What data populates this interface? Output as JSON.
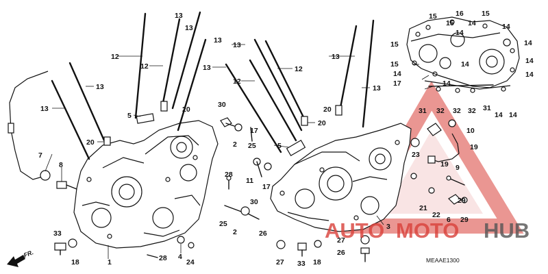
{
  "labels": {
    "l_13_a": "13",
    "l_13_b": "13",
    "l_13_c": "13",
    "l_13_d": "13",
    "l_13_e": "13",
    "l_13_f": "13",
    "l_13_g": "13",
    "l_13_h": "13",
    "l_13_i": "13",
    "l_12_a": "12",
    "l_12_b": "12",
    "l_12_c": "12",
    "l_12_d": "12",
    "l_20_a": "20",
    "l_20_b": "20",
    "l_20_c": "20",
    "l_20_d": "20",
    "l_5_a": "5",
    "l_5_b": "5",
    "l_7": "7",
    "l_8": "8",
    "l_30_a": "30",
    "l_30_b": "30",
    "l_2_a": "2",
    "l_2_b": "2",
    "l_25_a": "25",
    "l_25_b": "25",
    "l_11": "11",
    "l_17_a": "17",
    "l_28_a": "28",
    "l_28_b": "28",
    "l_1": "1",
    "l_4": "4",
    "l_24": "24",
    "l_33_a": "33",
    "l_33_b": "33",
    "l_18_a": "18",
    "l_18_b": "18",
    "l_26_a": "26",
    "l_26_b": "26",
    "l_27_a": "27",
    "l_27_b": "27",
    "l_15_a": "15",
    "l_15_b": "15",
    "l_15_c": "15",
    "l_15_d": "15",
    "l_15_e": "15",
    "l_16": "16",
    "l_14_a": "14",
    "l_14_b": "14",
    "l_14_c": "14",
    "l_14_d": "14",
    "l_14_e": "14",
    "l_14_f": "14",
    "l_14_g": "14",
    "l_14_h": "14",
    "l_14_i": "14",
    "l_14_j": "14",
    "l_14_k": "14",
    "l_17_b": "17",
    "l_31_a": "31",
    "l_31_b": "31",
    "l_32_a": "32",
    "l_32_b": "32",
    "l_32_c": "32",
    "l_10": "10",
    "l_19_a": "19",
    "l_19_b": "19",
    "l_9": "9",
    "l_23": "23",
    "l_21": "21",
    "l_22": "22",
    "l_6": "6",
    "l_29_a": "29",
    "l_29_b": "29",
    "l_3": "3"
  },
  "direction_label": "FR.",
  "diagram_code": "MEAAE1300",
  "watermark": {
    "text_auto": "AUTO",
    "text_moto": "MOTO",
    "text_hub": "HUB",
    "color_red": "#d9413a",
    "color_dark": "#555555"
  }
}
